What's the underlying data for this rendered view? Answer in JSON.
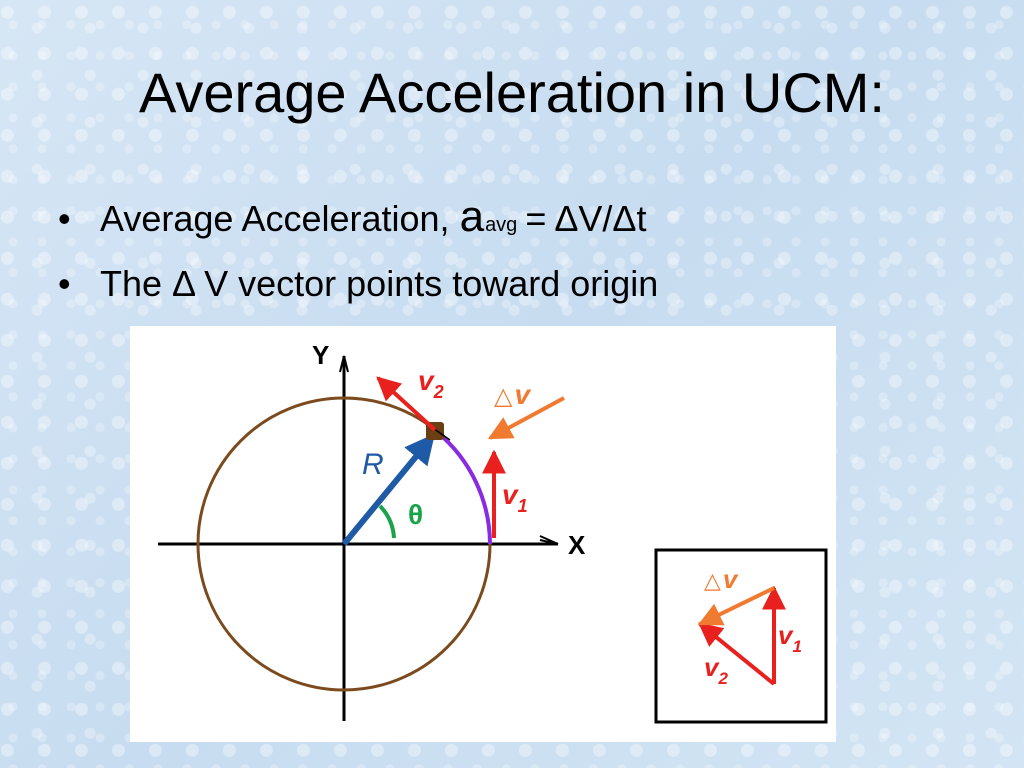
{
  "slide": {
    "title": "Average Acceleration in UCM:",
    "bullets": [
      {
        "prefix": "Average Acceleration,",
        "symbol": "a",
        "subscript": "avg",
        "suffix": "= ΔV/Δt"
      },
      {
        "text": "The Δ V vector points toward origin"
      }
    ]
  },
  "diagram": {
    "axis_y_label": "Y",
    "axis_x_label": "X",
    "radius_label": "R",
    "angle_label": "θ",
    "v2_label": "v",
    "v2_sub": "2",
    "v1_label": "v",
    "v1_sub": "1",
    "dv_label_delta": "△",
    "dv_label_v": "v",
    "inset": {
      "dv_label_delta": "△",
      "dv_label_v": "v",
      "v1_label": "v",
      "v1_sub": "1",
      "v2_label": "v",
      "v2_sub": "2"
    },
    "colors": {
      "circle": "#7b4a1e",
      "radius": "#1f5aa6",
      "arc": "#8a2be2",
      "velocity": "#e8201e",
      "delta_v": "#f07a30",
      "angle": "#1aa34a",
      "object": "#6b3d12"
    }
  }
}
